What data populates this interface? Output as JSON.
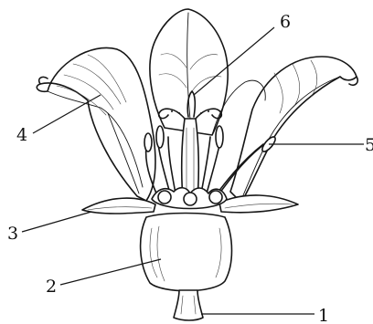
{
  "figure": {
    "subject": "flower-longitudinal-section",
    "labels": [
      {
        "id": "label-1",
        "text": "1",
        "part": "receptacle"
      },
      {
        "id": "label-2",
        "text": "2",
        "part": "ovary"
      },
      {
        "id": "label-3",
        "text": "3",
        "part": "sepal"
      },
      {
        "id": "label-4",
        "text": "4",
        "part": "petal"
      },
      {
        "id": "label-5",
        "text": "5",
        "part": "stamen"
      },
      {
        "id": "label-6",
        "text": "6",
        "part": "pistil"
      }
    ]
  }
}
